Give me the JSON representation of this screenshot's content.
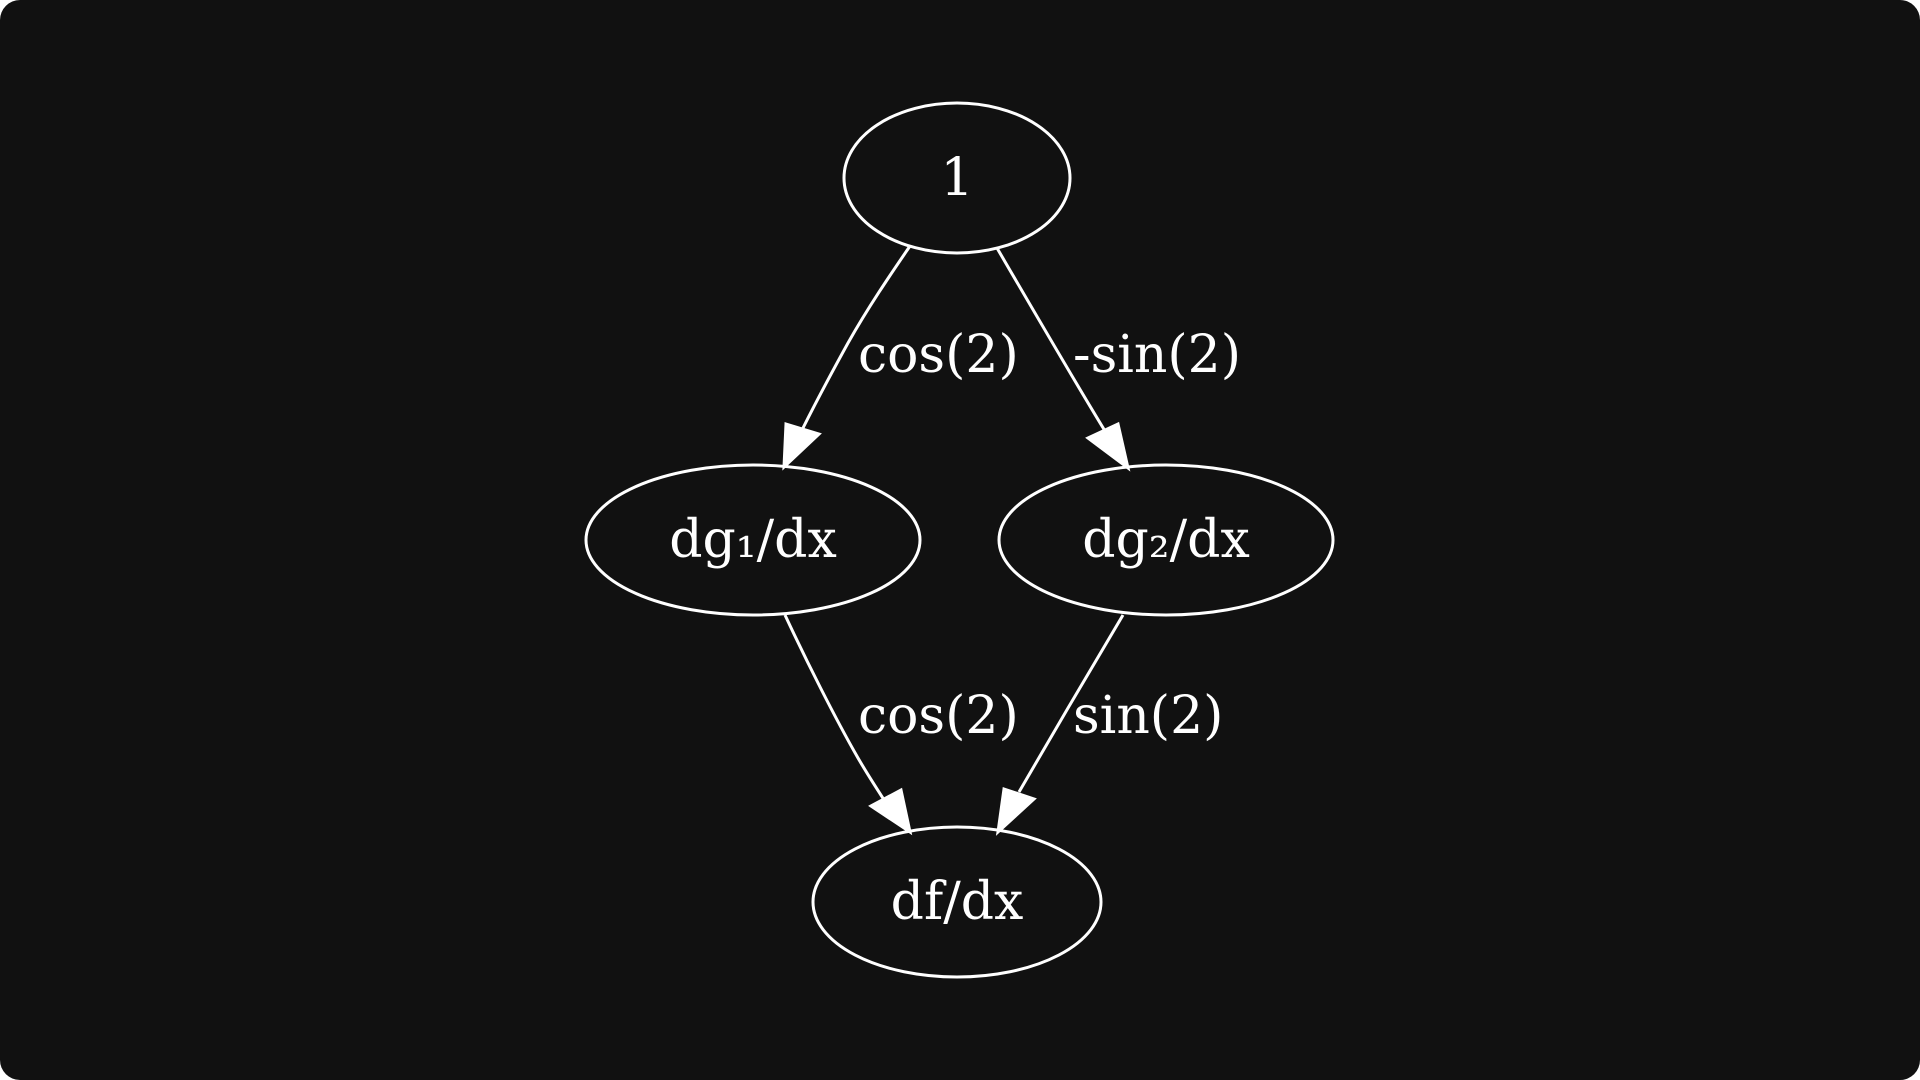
{
  "diagram": {
    "nodes": [
      {
        "id": "one",
        "label": "1"
      },
      {
        "id": "dg1",
        "label": "dg₁/dx"
      },
      {
        "id": "dg2",
        "label": "dg₂/dx"
      },
      {
        "id": "df",
        "label": "df/dx"
      }
    ],
    "edges": [
      {
        "from": "one",
        "to": "dg1",
        "label": "cos(2)"
      },
      {
        "from": "one",
        "to": "dg2",
        "label": "-sin(2)"
      },
      {
        "from": "dg1",
        "to": "df",
        "label": "cos(2)"
      },
      {
        "from": "dg2",
        "to": "df",
        "label": "sin(2)"
      }
    ],
    "colors": {
      "background": "#111111",
      "stroke": "#ffffff",
      "text": "#ffffff"
    }
  }
}
